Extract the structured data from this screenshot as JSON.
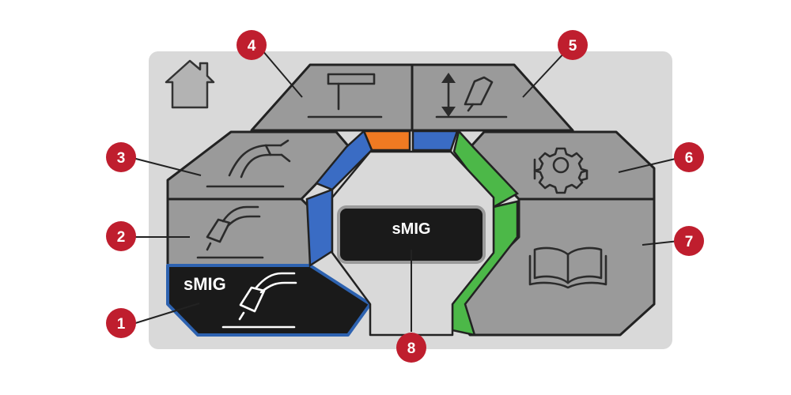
{
  "screen": {
    "active_mode_label": "sMIG",
    "display_label": "sMIG"
  },
  "callouts": [
    "1",
    "2",
    "3",
    "4",
    "5",
    "6",
    "7",
    "8"
  ],
  "icons": {
    "home": "home-icon",
    "process_1": "mig-torch-icon",
    "process_2": "mig-torch-icon",
    "process_3": "mig-torch-icon",
    "weld_parameters": "weld-joint-icon",
    "torch_settings": "torch-adjust-icon",
    "settings": "gear-icon",
    "manual": "book-icon"
  },
  "colors": {
    "background": "#d9d9d9",
    "segment_fill": "#9a9a9a",
    "active_fill": "#1a1a1a",
    "active_border": "#2d62b0",
    "arc_blue": "#3a6cc4",
    "arc_orange": "#f07a22",
    "arc_green": "#4cb848",
    "callout": "#bf1e2e"
  }
}
